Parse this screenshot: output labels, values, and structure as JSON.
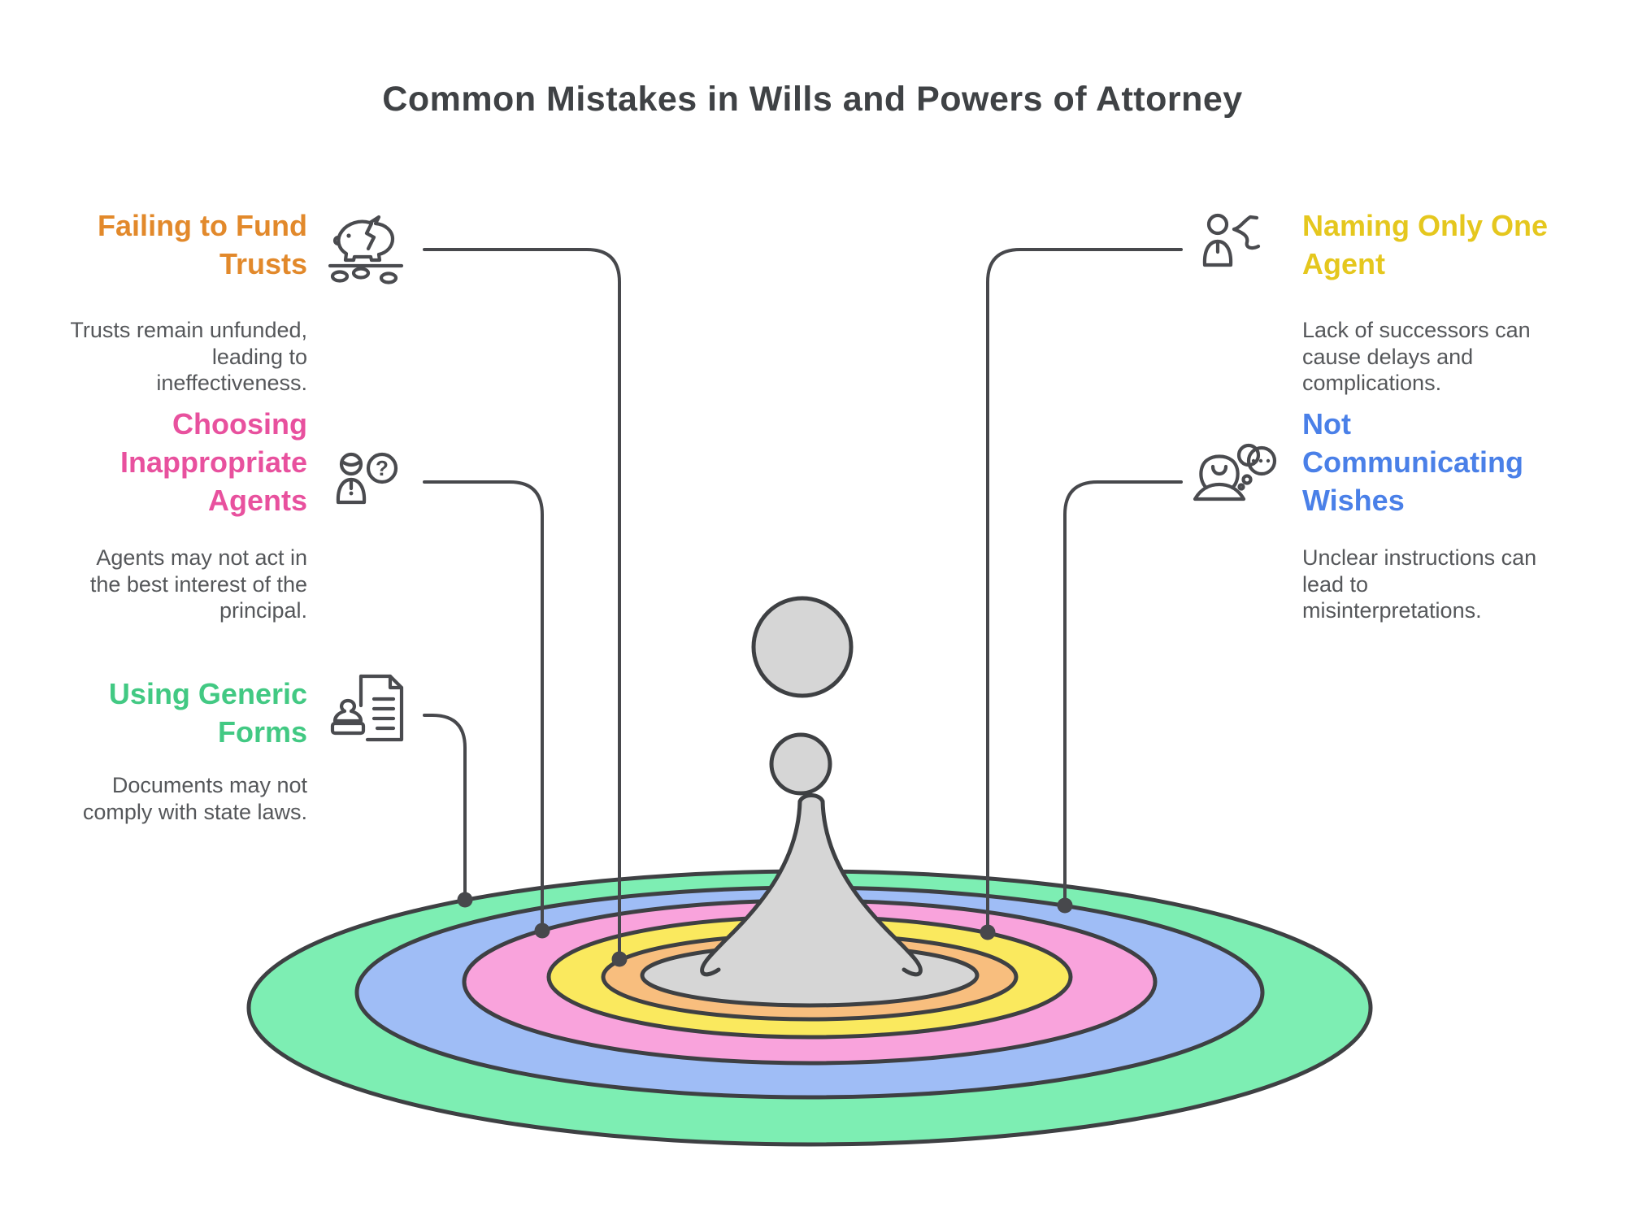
{
  "page": {
    "title": "Common Mistakes in Wills and Powers of Attorney"
  },
  "colors": {
    "title_text": "#3F4245",
    "body_text": "#55575A",
    "outline": "#3E4043",
    "connector": "#47484C",
    "icon": "#4A4B4F",
    "droplet": "#D6D6D6"
  },
  "items": [
    {
      "id": "failing-to-fund-trusts",
      "side": "left",
      "color": "#E2892B",
      "icon": "broken-piggy-bank-icon",
      "title": "Failing to Fund Trusts",
      "title_lines": [
        "Failing to Fund",
        "Trusts"
      ],
      "description": "Trusts remain unfunded, leading to ineffectiveness.",
      "description_lines": [
        "Trusts remain unfunded,",
        "leading to",
        "ineffectiveness."
      ]
    },
    {
      "id": "choosing-inappropriate-agents",
      "side": "left",
      "color": "#E8519E",
      "icon": "person-question-icon",
      "title": "Choosing Inappropriate Agents",
      "title_lines": [
        "Choosing",
        "Inappropriate",
        "Agents"
      ],
      "description": "Agents may not act in the best interest of the principal.",
      "description_lines": [
        "Agents may not act in",
        "the best interest of the",
        "principal."
      ]
    },
    {
      "id": "using-generic-forms",
      "side": "left",
      "color": "#42C983",
      "icon": "stamp-document-icon",
      "title": "Using Generic Forms",
      "title_lines": [
        "Using Generic",
        "Forms"
      ],
      "description": "Documents may not comply with state laws.",
      "description_lines": [
        "Documents may not",
        "comply with state laws."
      ]
    },
    {
      "id": "naming-only-one-agent",
      "side": "right",
      "color": "#E5C71E",
      "icon": "person-branch-icon",
      "title": "Naming Only One Agent",
      "title_lines": [
        "Naming Only One",
        "Agent"
      ],
      "description": "Lack of successors can cause delays and complications.",
      "description_lines": [
        "Lack of successors can",
        "cause delays and",
        "complications."
      ]
    },
    {
      "id": "not-communicating-wishes",
      "side": "right",
      "color": "#4A80E8",
      "icon": "person-speech-icon",
      "title": "Not Communicating Wishes",
      "title_lines": [
        "Not",
        "Communicating",
        "Wishes"
      ],
      "description": "Unclear instructions can lead to misinterpretations.",
      "description_lines": [
        "Unclear instructions can",
        "lead to",
        "misinterpretations."
      ]
    }
  ],
  "ripple": {
    "description": "water droplet splash with concentric ripple rings",
    "rings": [
      {
        "name": "outer-green-ring",
        "color": "#7DEEB3"
      },
      {
        "name": "blue-ring",
        "color": "#9FBDF6"
      },
      {
        "name": "pink-ring",
        "color": "#F9A3DC"
      },
      {
        "name": "yellow-ring",
        "color": "#FAE95E"
      },
      {
        "name": "orange-ring",
        "color": "#F8BE7E"
      },
      {
        "name": "center-gray-pool",
        "color": "#D6D6D6"
      }
    ]
  },
  "icons": {
    "question_glyph": "?"
  }
}
